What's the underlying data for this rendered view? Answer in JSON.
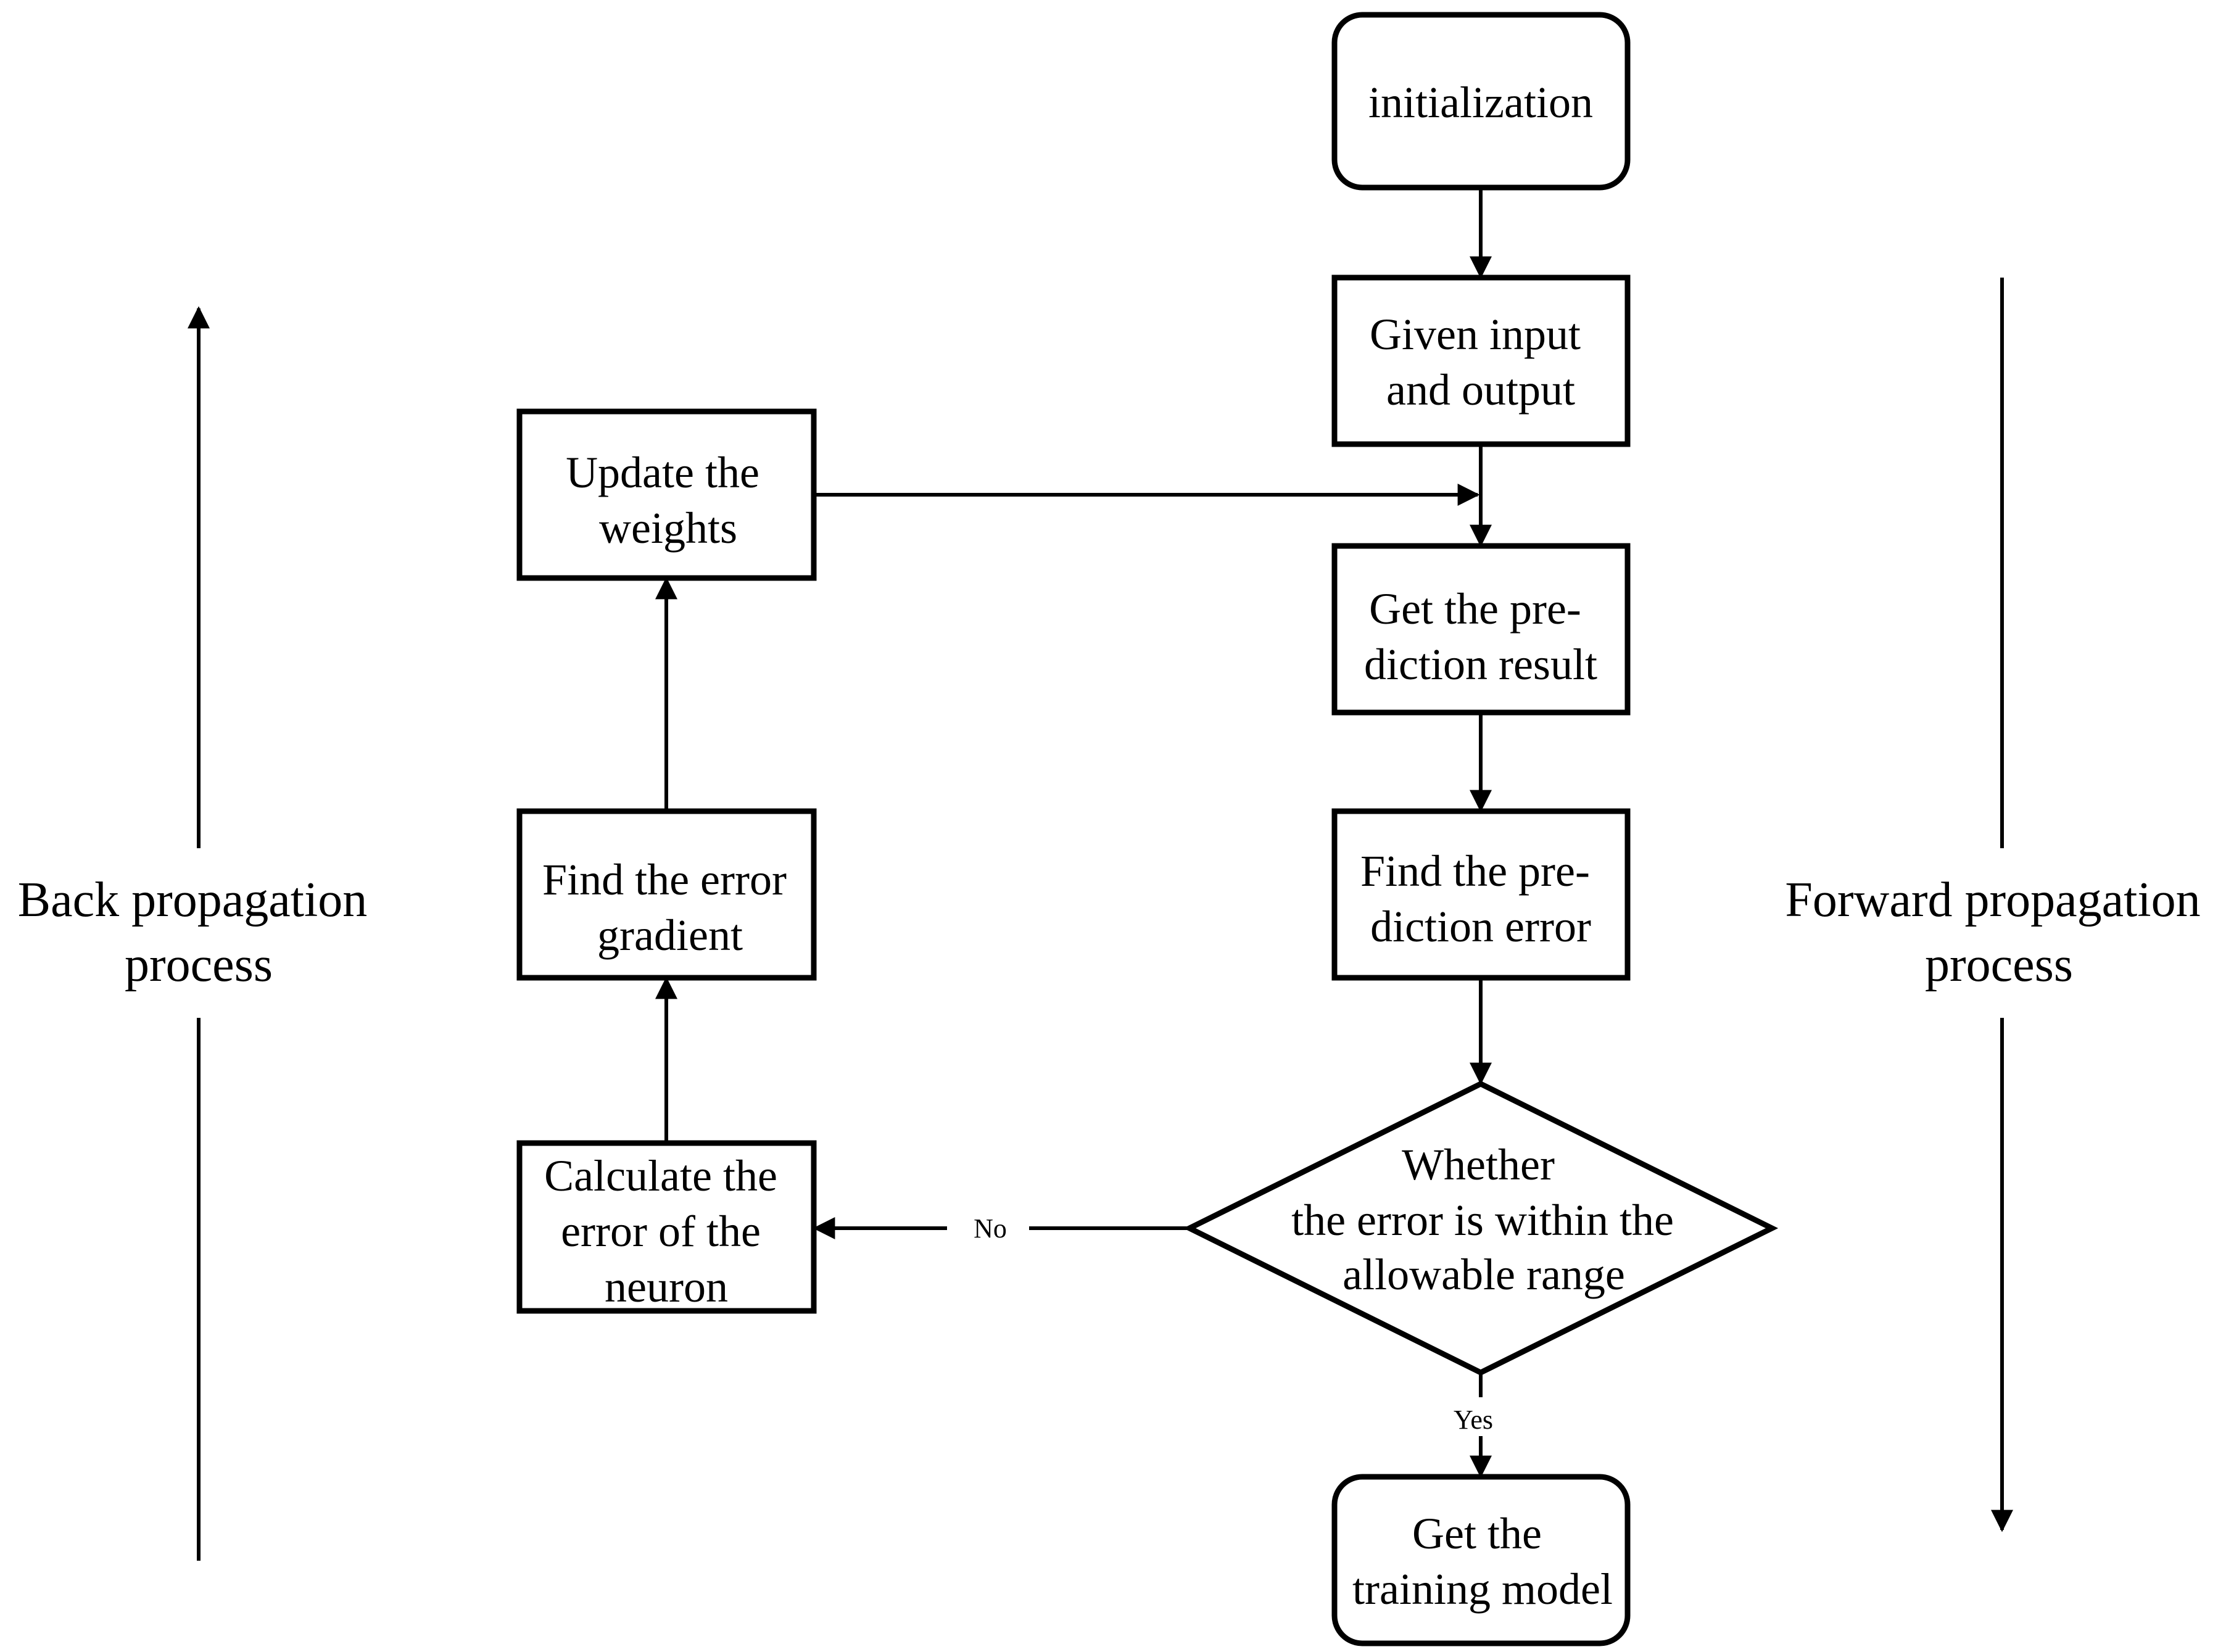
{
  "nodes": {
    "initialization": {
      "lines": [
        "initialization"
      ]
    },
    "given_input_output": {
      "lines": [
        "Given input",
        "and output"
      ]
    },
    "get_prediction_result": {
      "lines": [
        "Get the pre-",
        "diction result"
      ]
    },
    "find_prediction_error": {
      "lines": [
        "Find the pre-",
        "diction error"
      ]
    },
    "decision": {
      "lines": [
        "Whether",
        "the error is within the",
        "allowable range"
      ]
    },
    "get_training_model": {
      "lines": [
        "Get the",
        "training model"
      ]
    },
    "calculate_error_neuron": {
      "lines": [
        "Calculate the",
        "error of the",
        "neuron"
      ]
    },
    "find_error_gradient": {
      "lines": [
        "Find the error",
        "gradient"
      ]
    },
    "update_weights": {
      "lines": [
        "Update the",
        "weights"
      ]
    }
  },
  "edge_labels": {
    "no": "No",
    "yes": "Yes"
  },
  "side_labels": {
    "back": [
      "Back propagation",
      "process"
    ],
    "forward": [
      "Forward propagation",
      "process"
    ]
  },
  "colors": {
    "stroke": "#000000",
    "background": "#ffffff"
  }
}
